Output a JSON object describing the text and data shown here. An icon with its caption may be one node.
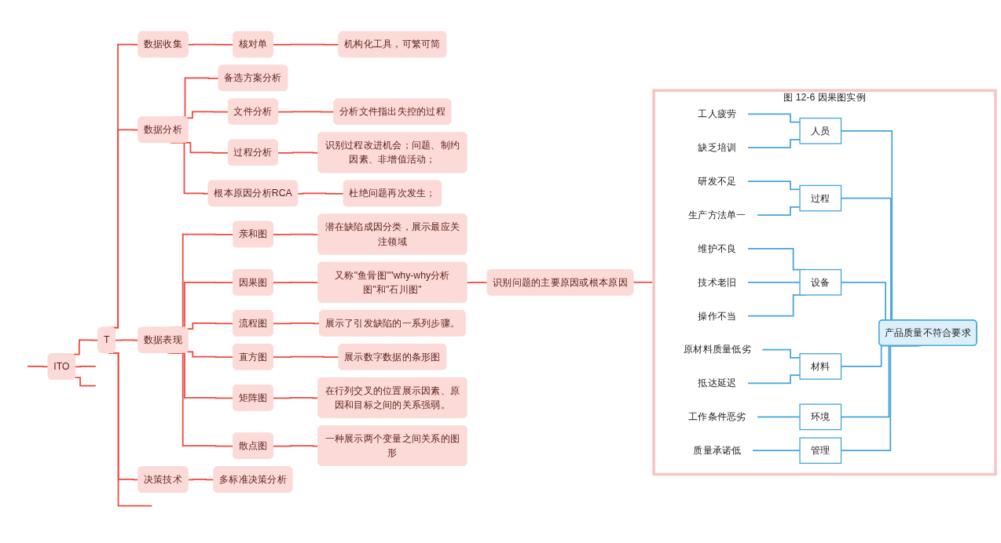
{
  "diagram": {
    "nodes": [
      {
        "text": [
          "ITO"
        ]
      },
      {
        "text": [
          "T"
        ]
      },
      {
        "text": [
          "数据收集"
        ]
      },
      {
        "text": [
          "核对单"
        ]
      },
      {
        "text": [
          "机构化工具，可繁可简"
        ]
      },
      {
        "text": [
          "数据分析"
        ]
      },
      {
        "text": [
          "备选方案分析"
        ]
      },
      {
        "text": [
          "文件分析"
        ]
      },
      {
        "text": [
          "分析文件指出失控的过程"
        ]
      },
      {
        "text": [
          "过程分析"
        ]
      },
      {
        "text": [
          "识别过程改进机会；问题、制约因素、非增值活动；"
        ]
      },
      {
        "text": [
          "根本原因分析RCA"
        ]
      },
      {
        "text": [
          "杜绝问题再次发生；"
        ]
      },
      {
        "text": [
          "数据表现"
        ]
      },
      {
        "text": [
          "亲和图"
        ]
      },
      {
        "text": [
          "潜在缺陷成因分类，展示最应关注领域"
        ]
      },
      {
        "text": [
          "因果图"
        ]
      },
      {
        "text": [
          "又称\"鱼骨图\"\"why-why分析图\"和\"石川图\""
        ]
      },
      {
        "text": [
          "识别问题的主要原因或根本原因"
        ]
      },
      {
        "text": [
          "图 12-6 因果图实例"
        ]
      },
      {
        "text": [
          "人员"
        ],
        "in": 19
      },
      {
        "text": [
          "工人疲劳"
        ],
        "in": 19
      },
      {
        "text": [
          "缺乏培训"
        ],
        "in": 19
      },
      {
        "text": [
          "过程"
        ],
        "in": 19
      },
      {
        "text": [
          "研发不足"
        ],
        "in": 19
      },
      {
        "text": [
          "生产方法单一"
        ],
        "in": 19
      },
      {
        "text": [
          "设备"
        ],
        "in": 19
      },
      {
        "text": [
          "维护不良"
        ],
        "in": 19
      },
      {
        "text": [
          "技术老旧"
        ],
        "in": 19
      },
      {
        "text": [
          "操作不当"
        ],
        "in": 19
      },
      {
        "text": [
          "产品质量不符合要求"
        ],
        "in": 19
      },
      {
        "text": [
          "材料"
        ],
        "in": 19
      },
      {
        "text": [
          "原材料质量低劣"
        ],
        "in": 19
      },
      {
        "text": [
          "抵达延迟"
        ],
        "in": 19
      },
      {
        "text": [
          "环境"
        ],
        "in": 19
      },
      {
        "text": [
          "工作条件恶劣"
        ],
        "in": 19
      },
      {
        "text": [
          "管理"
        ],
        "in": 19
      },
      {
        "text": [
          "质量承诺低"
        ],
        "in": 19
      },
      {
        "text": [
          "流程图"
        ]
      },
      {
        "text": [
          "展示了引发缺陷的一系列步骤。"
        ]
      },
      {
        "text": [
          "直方图"
        ]
      },
      {
        "text": [
          "展示数字数据的条形图"
        ]
      },
      {
        "text": [
          "矩阵图"
        ]
      },
      {
        "text": [
          "在行列交叉的位置展示因素、原因和目标之间的关系强弱。"
        ]
      },
      {
        "text": [
          "散点图"
        ]
      },
      {
        "text": [
          "一种展示两个变量之间关系的图形"
        ]
      },
      {
        "text": [
          "决策技术"
        ]
      },
      {
        "text": [
          "多标准决策分析"
        ]
      }
    ],
    "edges": [
      {
        "from": null,
        "to": 0,
        "arrow": "none"
      },
      {
        "from": 0,
        "to": 1,
        "arrow": "none"
      },
      {
        "from": 0,
        "to": null,
        "arrow": "none"
      },
      {
        "from": 0,
        "to": null,
        "arrow": "none"
      },
      {
        "from": 1,
        "to": 2,
        "arrow": "none"
      },
      {
        "from": 2,
        "to": 3,
        "arrow": "none"
      },
      {
        "from": 3,
        "to": 4,
        "arrow": "none"
      },
      {
        "from": 1,
        "to": 5,
        "arrow": "none"
      },
      {
        "from": 5,
        "to": 6,
        "arrow": "none"
      },
      {
        "from": 5,
        "to": 7,
        "arrow": "none"
      },
      {
        "from": 7,
        "to": 8,
        "arrow": "none"
      },
      {
        "from": 5,
        "to": 9,
        "arrow": "none"
      },
      {
        "from": 9,
        "to": 10,
        "arrow": "none"
      },
      {
        "from": 5,
        "to": 11,
        "arrow": "none"
      },
      {
        "from": 11,
        "to": 12,
        "arrow": "none"
      },
      {
        "from": 1,
        "to": 13,
        "arrow": "none"
      },
      {
        "from": 13,
        "to": 14,
        "arrow": "none"
      },
      {
        "from": 14,
        "to": 15,
        "arrow": "none"
      },
      {
        "from": 13,
        "to": 16,
        "arrow": "none"
      },
      {
        "from": 16,
        "to": 17,
        "arrow": "none"
      },
      {
        "from": 17,
        "to": 18,
        "arrow": "none"
      },
      {
        "from": 18,
        "to": 19,
        "arrow": "none"
      },
      {
        "from": 21,
        "to": 20,
        "arrow": "none",
        "color": "#45a4dc"
      },
      {
        "from": 22,
        "to": 20,
        "arrow": "none",
        "color": "#45a4dc"
      },
      {
        "from": 24,
        "to": 23,
        "arrow": "none",
        "color": "#45a4dc"
      },
      {
        "from": 25,
        "to": 23,
        "arrow": "none",
        "color": "#45a4dc"
      },
      {
        "from": 27,
        "to": 26,
        "arrow": "none",
        "color": "#45a4dc"
      },
      {
        "from": 28,
        "to": 26,
        "arrow": "none",
        "color": "#45a4dc"
      },
      {
        "from": 29,
        "to": 26,
        "arrow": "none",
        "color": "#45a4dc"
      },
      {
        "from": 32,
        "to": 31,
        "arrow": "none",
        "color": "#45a4dc"
      },
      {
        "from": 33,
        "to": 31,
        "arrow": "none",
        "color": "#45a4dc"
      },
      {
        "from": 35,
        "to": 34,
        "arrow": "none",
        "color": "#45a4dc"
      },
      {
        "from": 37,
        "to": 36,
        "arrow": "none",
        "color": "#45a4dc"
      },
      {
        "from": 20,
        "to": 30,
        "arrow": "none",
        "color": "#45a4dc"
      },
      {
        "from": 23,
        "to": 30,
        "arrow": "none",
        "color": "#45a4dc"
      },
      {
        "from": 26,
        "to": 30,
        "arrow": "none",
        "color": "#45a4dc"
      },
      {
        "from": 31,
        "to": 30,
        "arrow": "none",
        "color": "#45a4dc"
      },
      {
        "from": 34,
        "to": 30,
        "arrow": "none",
        "color": "#45a4dc"
      },
      {
        "from": 36,
        "to": 30,
        "arrow": "none",
        "color": "#45a4dc"
      },
      {
        "from": 13,
        "to": 38,
        "arrow": "none"
      },
      {
        "from": 38,
        "to": 39,
        "arrow": "none"
      },
      {
        "from": 13,
        "to": 40,
        "arrow": "none"
      },
      {
        "from": 40,
        "to": 41,
        "arrow": "none"
      },
      {
        "from": 13,
        "to": 42,
        "arrow": "none"
      },
      {
        "from": 42,
        "to": 43,
        "arrow": "none"
      },
      {
        "from": 13,
        "to": 44,
        "arrow": "none"
      },
      {
        "from": 44,
        "to": 45,
        "arrow": "none"
      },
      {
        "from": 1,
        "to": 46,
        "arrow": "none"
      },
      {
        "from": 46,
        "to": 47,
        "arrow": "none"
      },
      {
        "from": 1,
        "to": null,
        "arrow": "none"
      }
    ]
  }
}
